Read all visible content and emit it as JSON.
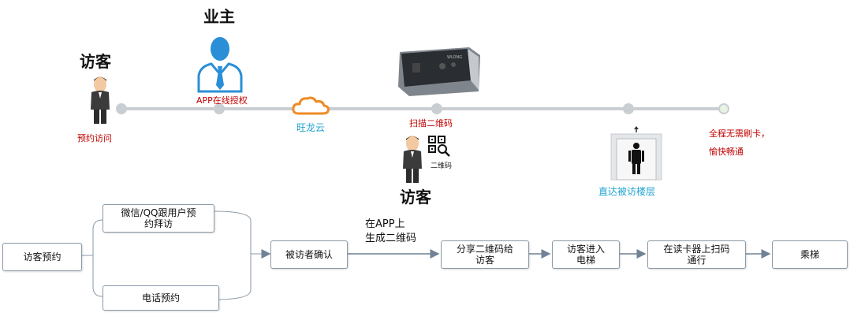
{
  "timeline": {
    "owner_title": "业主",
    "visitor_title_left": "访客",
    "visitor_title_mid": "访客",
    "app_auth": "APP在线授权",
    "reserve_visit": "预约访问",
    "cloud_label": "旺龙云",
    "scan_qr": "扫描二维码",
    "qr_small": "二维码",
    "direct_floor": "直达被访楼层",
    "no_card_line1": "全程无需刷卡，",
    "no_card_line2": "愉快畅通"
  },
  "flow": {
    "start": "访客预约",
    "wechat_line1": "微信/QQ跟用户预",
    "wechat_line2": "约拜访",
    "phone": "电话预约",
    "confirm": "被访者确认",
    "app_note_line1": "在APP上",
    "app_note_line2": "生成二维码",
    "share_line1": "分享二维码给",
    "share_line2": "访客",
    "enter_line1": "访客进入",
    "enter_line2": "电梯",
    "scan_line1": "在读卡器上扫码",
    "scan_line2": "通行",
    "ride": "乘梯"
  },
  "colors": {
    "timeline": "#c9ced3",
    "red_text": "#c00000",
    "blue_text": "#1fa3d0",
    "cloud": "#f08a24",
    "owner_icon": "#2a8fd6"
  }
}
